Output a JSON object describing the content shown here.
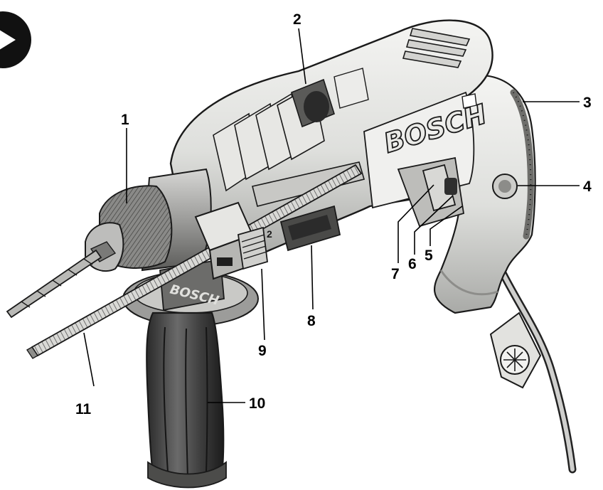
{
  "brand": {
    "logo_main": "BOSCH",
    "logo_handle": "BOSCH"
  },
  "markings": {
    "stop_length_scale": "2"
  },
  "callouts": [
    {
      "id": "1",
      "label": "1"
    },
    {
      "id": "2",
      "label": "2"
    },
    {
      "id": "3",
      "label": "3"
    },
    {
      "id": "4",
      "label": "4"
    },
    {
      "id": "5",
      "label": "5"
    },
    {
      "id": "6",
      "label": "6"
    },
    {
      "id": "7",
      "label": "7"
    },
    {
      "id": "8",
      "label": "8"
    },
    {
      "id": "9",
      "label": "9"
    },
    {
      "id": "10",
      "label": "10"
    },
    {
      "id": "11",
      "label": "11"
    }
  ],
  "icons": {
    "corner_marker": "play-arrow-icon"
  },
  "colors": {
    "body_light": "#eeeeec",
    "body_mid": "#cfd0cd",
    "body_shadow": "#9a9b98",
    "handle_dark": "#3a3a3a",
    "outline": "#1a1a1a"
  }
}
